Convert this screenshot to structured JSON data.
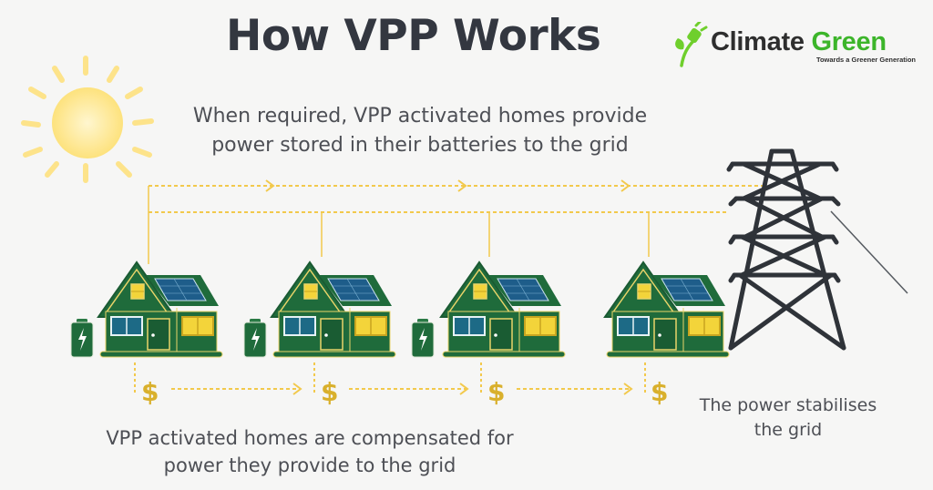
{
  "header": {
    "title": "How VPP Works"
  },
  "logo": {
    "icon": "plug-leaf-icon",
    "name_part1": "Climate",
    "name_part2": "Green",
    "tagline": "Towards a Greener Generation",
    "colors": {
      "dark": "#2e2e2e",
      "green": "#3cb52a"
    }
  },
  "captions": {
    "top_line1": "When required, VPP activated homes provide",
    "top_line2": "power stored in their batteries to the grid",
    "bottom_line1": "VPP activated homes are compensated for",
    "bottom_line2": "power they provide to the grid",
    "right_line1": "The power stabilises",
    "right_line2": "the grid"
  },
  "diagram": {
    "sun_icon": "sun-icon",
    "grid_tower_icon": "transmission-tower-icon",
    "homes": [
      {
        "label": "home-1",
        "has_battery": true
      },
      {
        "label": "home-2",
        "has_battery": true
      },
      {
        "label": "home-3",
        "has_battery": true
      },
      {
        "label": "home-4",
        "has_battery": false
      }
    ],
    "payment_symbol": "$",
    "colors": {
      "house_green": "#1e6b3a",
      "house_trim": "#e9d46a",
      "window_lit": "#f3d43a",
      "window_blue": "#1d6a86",
      "solar_panel": "#1f5f8c",
      "flow_line": "#f2c94c",
      "dollar": "#d9b02c",
      "tower": "#2f3339",
      "sun": "#fde58a"
    }
  }
}
